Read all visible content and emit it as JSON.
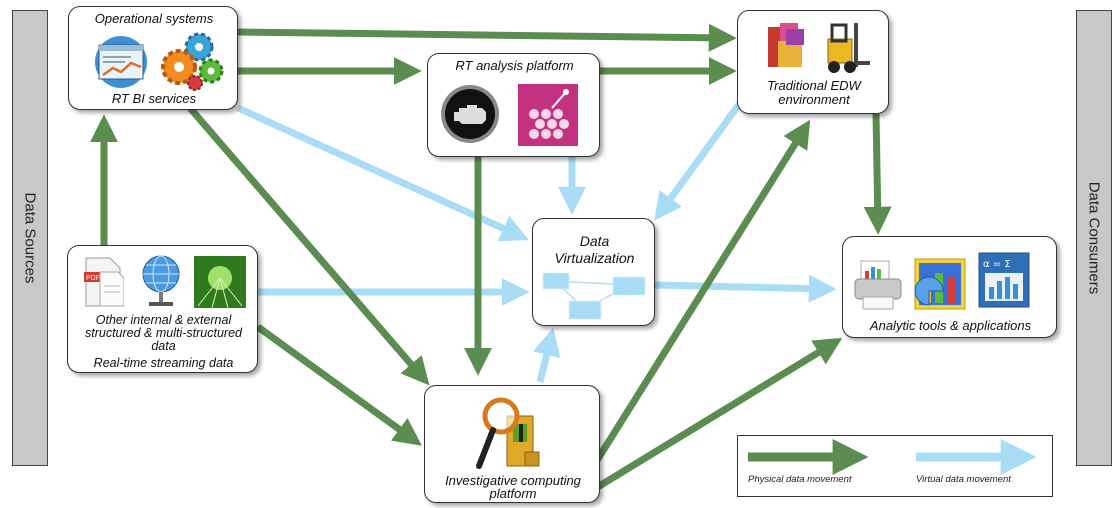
{
  "side_labels": {
    "left": "Data Sources",
    "right": "Data Consumers"
  },
  "nodes": {
    "operational": {
      "title": "Operational systems",
      "subtitle": "RT BI services"
    },
    "rt_analysis": {
      "title": "RT analysis platform"
    },
    "edw": {
      "line1": "Traditional EDW",
      "line2": "environment"
    },
    "virtualization": {
      "line1": "Data",
      "line2": "Virtualization"
    },
    "sources": {
      "line1": "Other internal & external",
      "line2": "structured & multi-structured",
      "line3": "data",
      "line4": "Real-time streaming data"
    },
    "analytic": {
      "title": "Analytic tools & applications"
    },
    "investigative": {
      "line1": "Investigative computing",
      "line2": "platform"
    }
  },
  "legend": {
    "physical": "Physical data movement",
    "virtual": "Virtual data  movement"
  },
  "colors": {
    "physical": "#5b8c50",
    "virtual": "#a9dcf5"
  }
}
